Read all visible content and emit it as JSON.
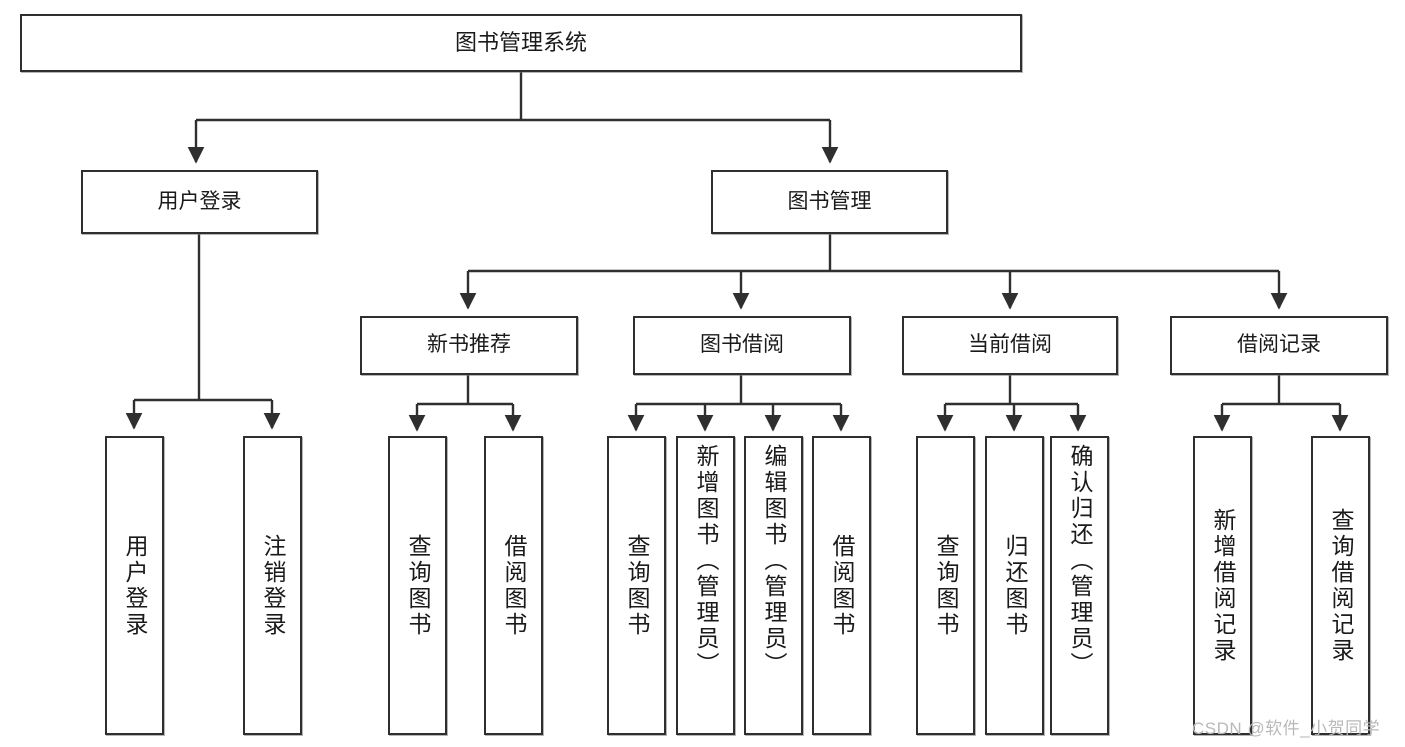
{
  "diagram": {
    "title": "图书管理系统",
    "type": "hierarchy-tree",
    "root": {
      "label": "图书管理系统"
    },
    "level2": [
      {
        "label": "用户登录"
      },
      {
        "label": "图书管理"
      }
    ],
    "level3": [
      {
        "label": "新书推荐"
      },
      {
        "label": "图书借阅"
      },
      {
        "label": "当前借阅"
      },
      {
        "label": "借阅记录"
      }
    ],
    "leaves": {
      "user_login": [
        {
          "label": "用户登录"
        },
        {
          "label": "注销登录"
        }
      ],
      "new_book_recommend": [
        {
          "label": "查询图书"
        },
        {
          "label": "借阅图书"
        }
      ],
      "book_borrow": [
        {
          "label": "查询图书"
        },
        {
          "label": "新增图书（管理员）"
        },
        {
          "label": "编辑图书（管理员）"
        },
        {
          "label": "借阅图书"
        }
      ],
      "current_borrow": [
        {
          "label": "查询图书"
        },
        {
          "label": "归还图书"
        },
        {
          "label": "确认归还（管理员）"
        }
      ],
      "borrow_record": [
        {
          "label": "新增借阅记录"
        },
        {
          "label": "查询借阅记录"
        }
      ]
    }
  },
  "watermark": {
    "text": "CSDN @软件_小贺同学"
  },
  "colors": {
    "background": "#ffffff",
    "box_border": "#2f2f2f",
    "box_fill": "#ffffff",
    "connector": "#2f2f2f",
    "text": "#1a1a1a",
    "watermark": "#b9b9b9"
  }
}
